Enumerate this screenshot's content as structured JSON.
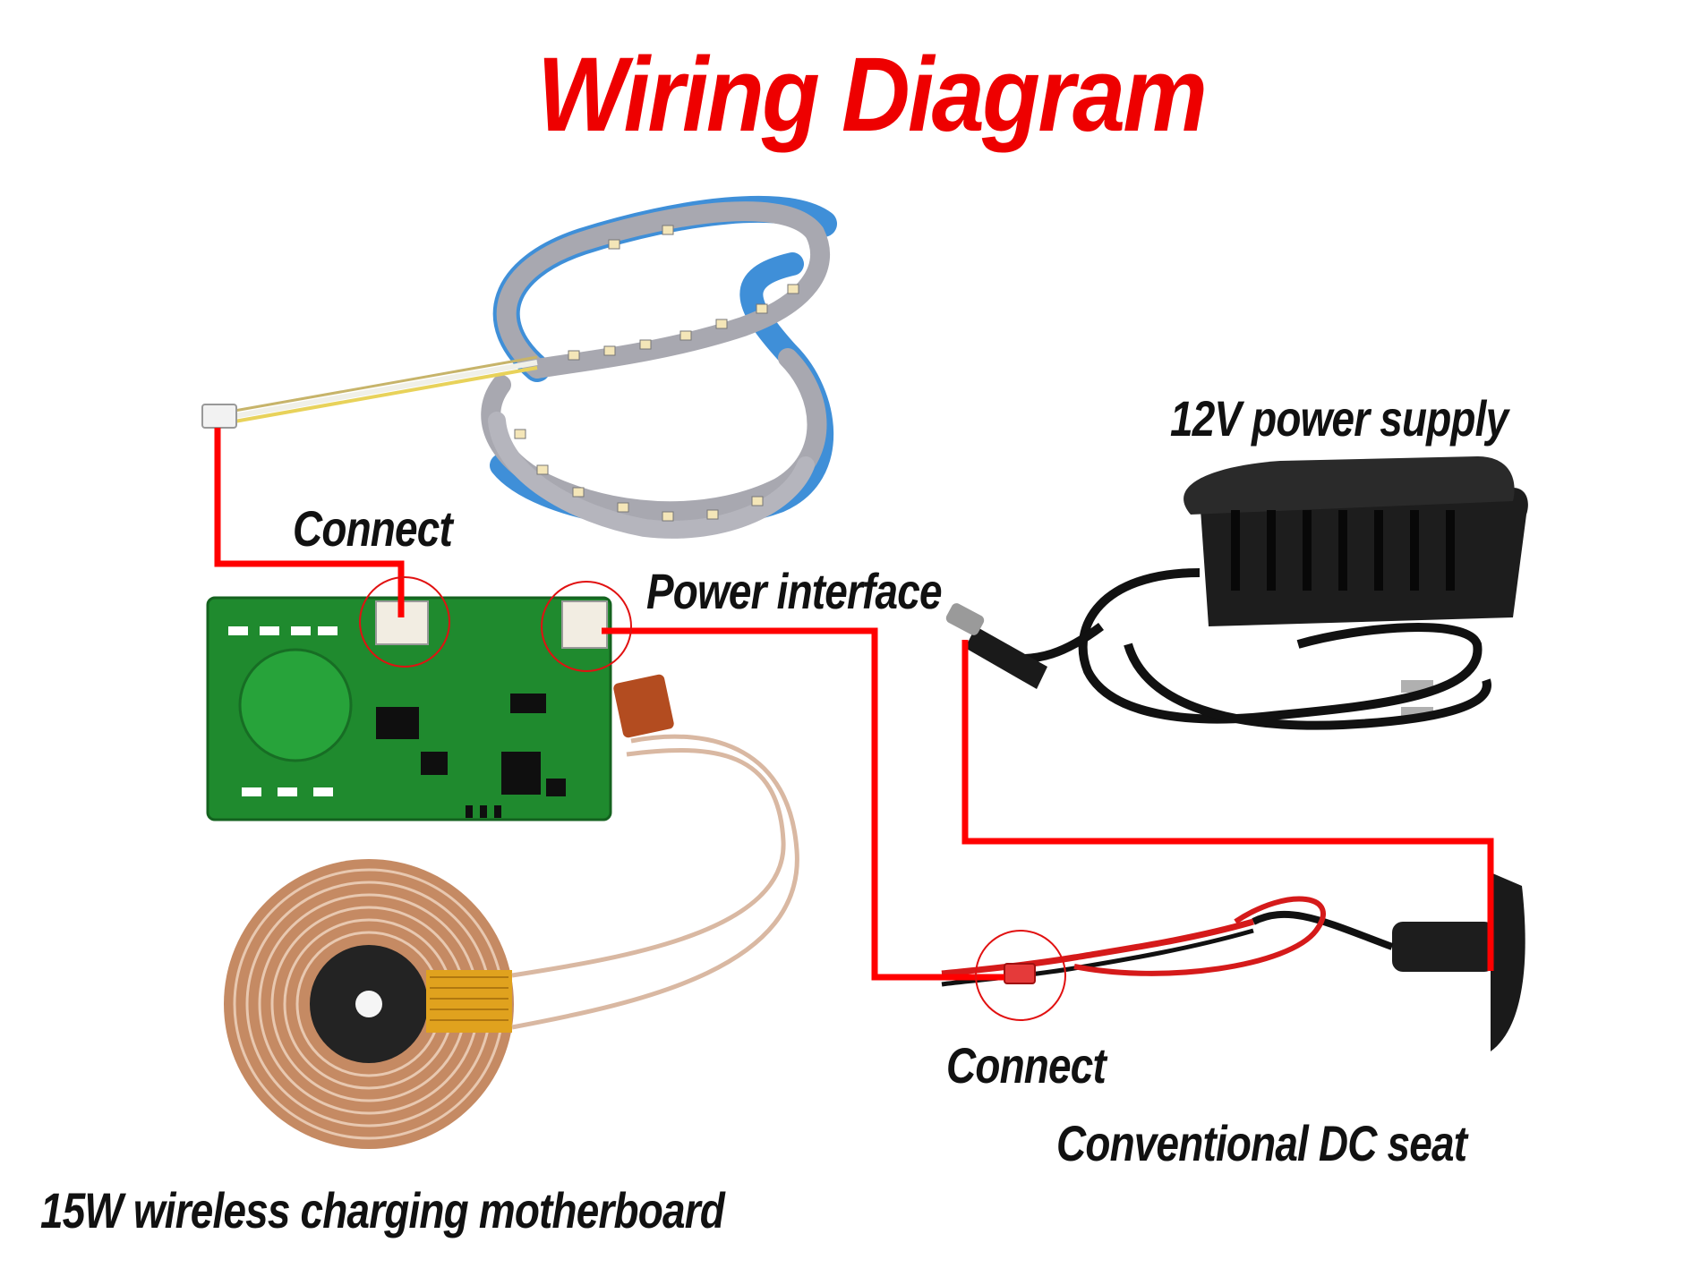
{
  "title": "Wiring Diagram",
  "labels": {
    "led_connect": "Connect",
    "power_interface": "Power interface",
    "power_supply": "12V power supply",
    "dc_connect": "Connect",
    "dc_seat": "Conventional DC seat",
    "motherboard": "15W wireless charging motherboard"
  },
  "colors": {
    "title": "#ee0000",
    "wire": "#ff0000",
    "circle": "#e11111",
    "pcb": "#1f8a2e",
    "label": "#111111"
  }
}
